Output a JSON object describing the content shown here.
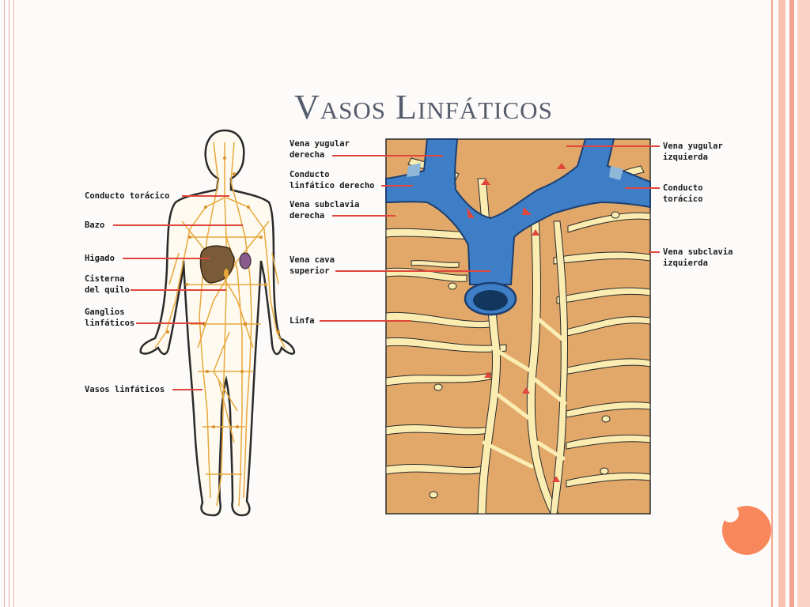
{
  "title": "Vasos Linfáticos",
  "colors": {
    "frame": "#f4a48c",
    "accent_circle": "#f9875c",
    "skin_panel": "#e2a869",
    "vein": "#3e7ec6",
    "lymph": "#fbedb2",
    "leader": "#e0463c"
  },
  "labels_left": {
    "conducto_toracico": "Conducto torácico",
    "bazo": "Bazo",
    "higado": "Higado",
    "cisterna": "Cisterna\ndel quilo",
    "ganglios": "Ganglios\nlinfáticos",
    "vasos": "Vasos linfáticos"
  },
  "labels_middle": {
    "yugular_der": "Vena yugular\nderecha",
    "conducto_der": "Conducto\nlinfático derecho",
    "subclavia_der": "Vena subclavia\nderecha",
    "cava": "Vena cava\nsuperior",
    "linfa": "Linfa"
  },
  "labels_right": {
    "yugular_izq": "Vena yugular\nizquierda",
    "conducto_tor": "Conducto\ntorácico",
    "subclavia_izq": "Vena subclavia\nizquierda"
  }
}
